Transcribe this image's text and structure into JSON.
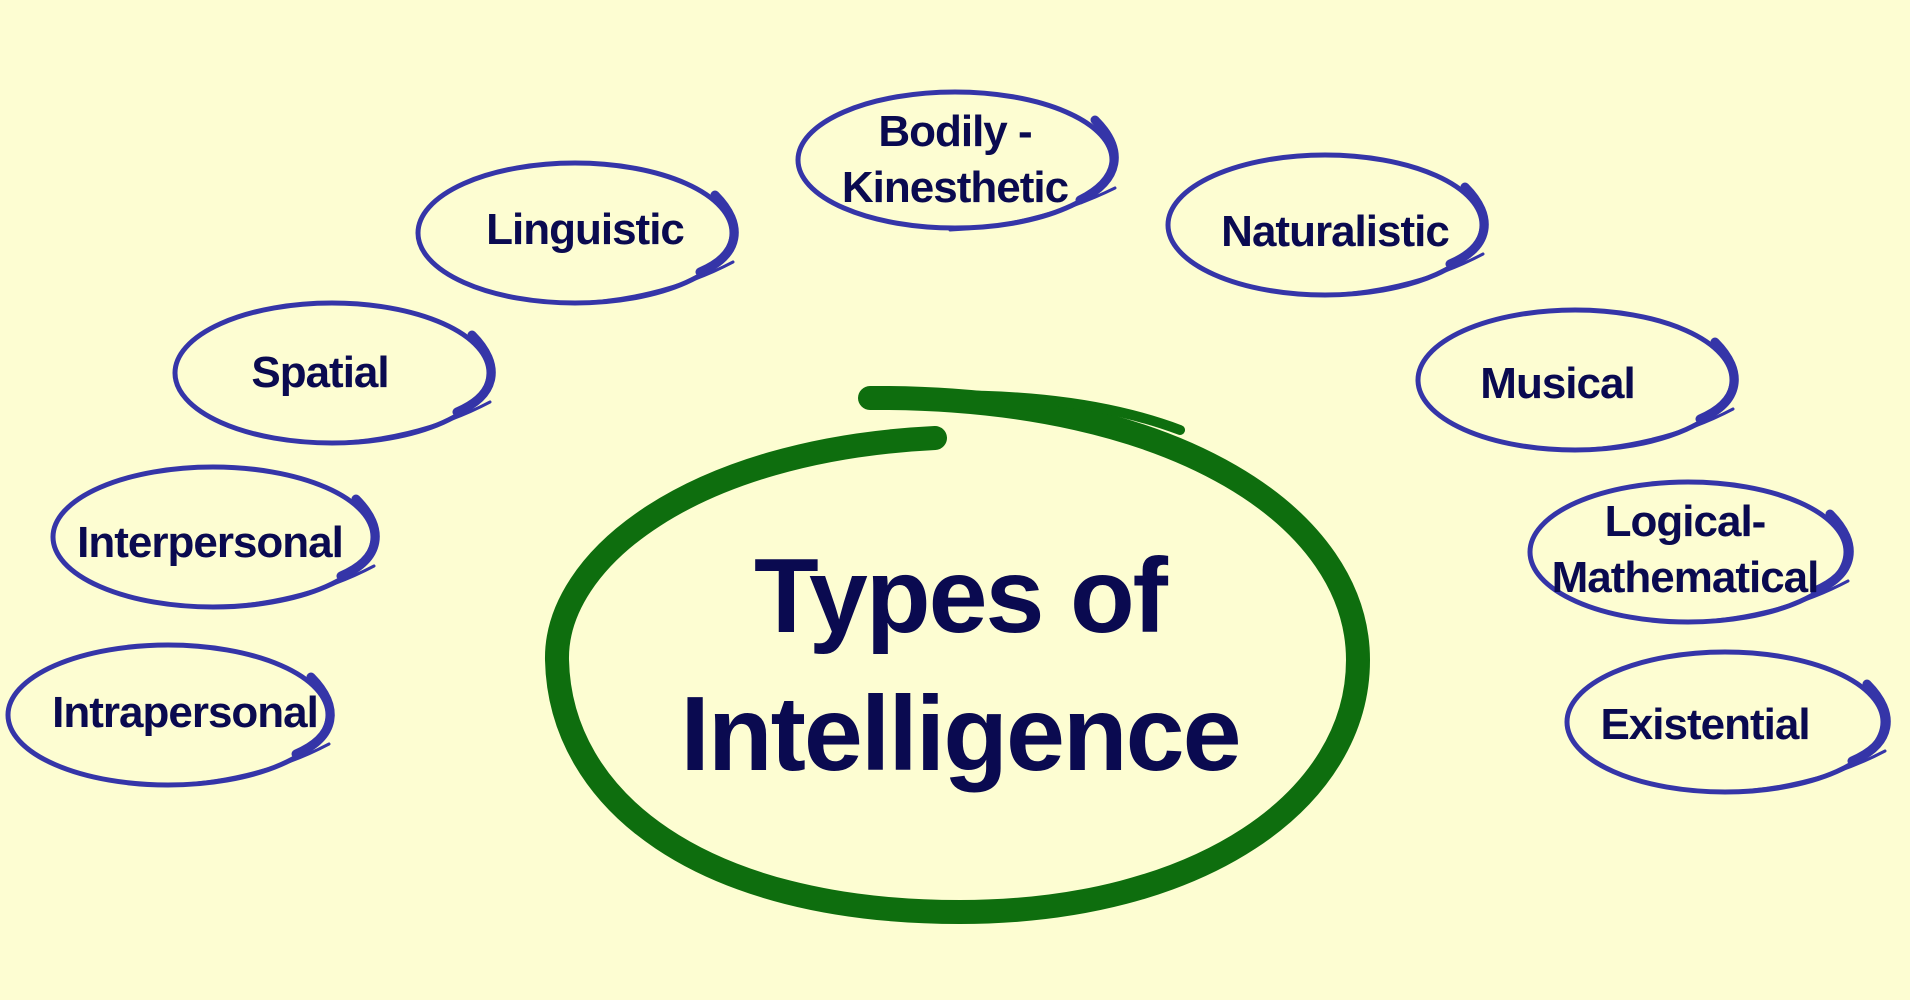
{
  "colors": {
    "background": "#fdfdd2",
    "center_ring": "#0e6e0e",
    "node_ring": "#3535a8",
    "text": "#0a0a50"
  },
  "center": {
    "line1": "Types of",
    "line2": "Intelligence"
  },
  "nodes": [
    {
      "id": "bodily-kinesthetic",
      "line1": "Bodily -",
      "line2": "Kinesthetic"
    },
    {
      "id": "linguistic",
      "line1": "Linguistic"
    },
    {
      "id": "naturalistic",
      "line1": "Naturalistic"
    },
    {
      "id": "spatial",
      "line1": "Spatial"
    },
    {
      "id": "musical",
      "line1": "Musical"
    },
    {
      "id": "interpersonal",
      "line1": "Interpersonal"
    },
    {
      "id": "logical-mathematical",
      "line1": "Logical-",
      "line2": "Mathematical"
    },
    {
      "id": "intrapersonal",
      "line1": "Intrapersonal"
    },
    {
      "id": "existential",
      "line1": "Existential"
    }
  ]
}
